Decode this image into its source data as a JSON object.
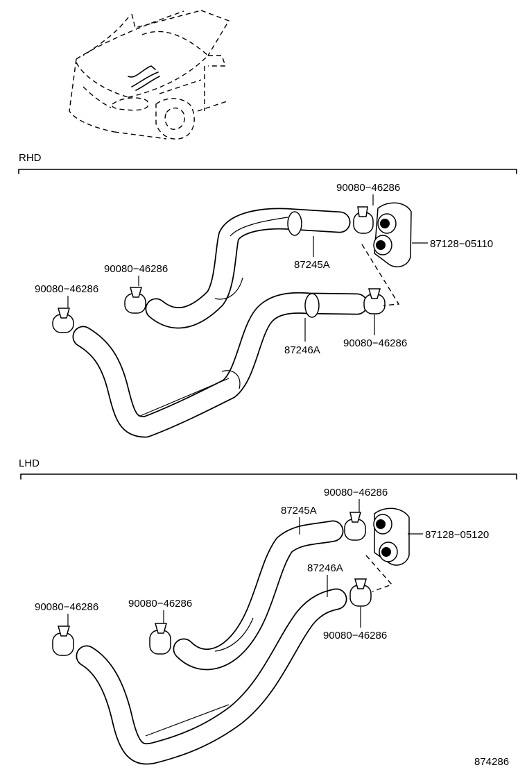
{
  "diagram_number": "874286",
  "sections": {
    "rhd": {
      "label": "RHD",
      "callouts": {
        "clamp_top": "90080−46286",
        "bracket": "87128−05110",
        "hose_upper": "87245A",
        "clamp_mid": "90080−46286",
        "clamp_left": "90080−46286",
        "clamp_right": "90080−46286",
        "hose_lower": "87246A"
      }
    },
    "lhd": {
      "label": "LHD",
      "callouts": {
        "clamp_top": "90080−46286",
        "hose_upper": "87245A",
        "bracket": "87128−05120",
        "hose_lower": "87246A",
        "clamp_left": "90080−46286",
        "clamp_mid": "90080−46286",
        "clamp_right": "90080−46286"
      }
    }
  },
  "icons": [
    "vehicle-location-icon",
    "hose-clamp-icon",
    "heater-bracket-icon"
  ]
}
